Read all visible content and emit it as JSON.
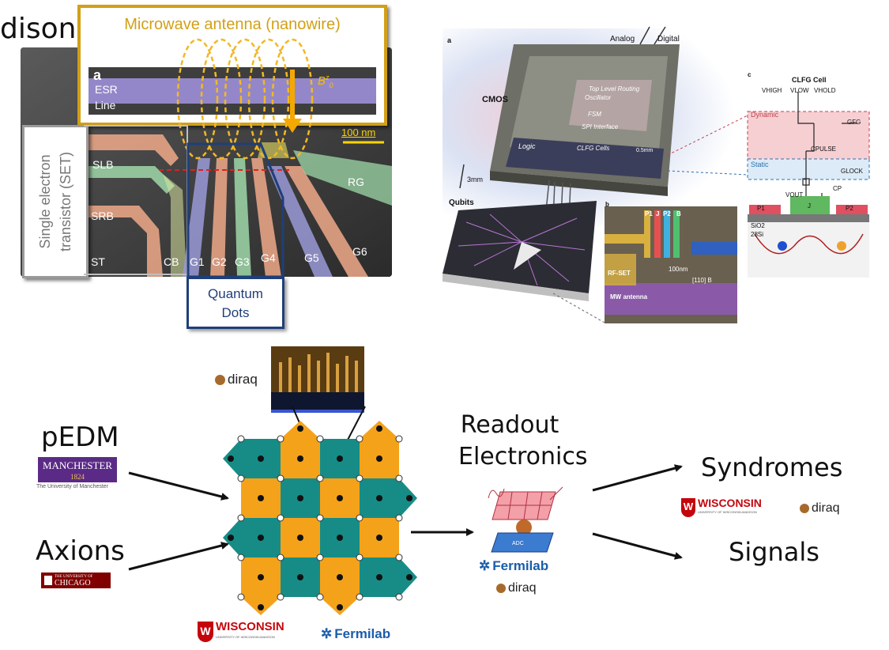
{
  "slide": {
    "top_left_text": "dison,"
  },
  "sem_panel": {
    "antenna_label": "Microwave antenna (nanowire)",
    "panel_letter": "a",
    "esr_line_1": "ESR",
    "esr_line_2": "Line",
    "bfield_label": "B",
    "bfield_sub": "0",
    "bfield_sup": "z",
    "scale_bar": "100 nm",
    "set_label_line1": "Single electron",
    "set_label_line2": "transistor (SET)",
    "quantum_dots_line1": "Quantum",
    "quantum_dots_line2": "Dots",
    "gate_labels": [
      "SLB",
      "SRB",
      "ST",
      "CB",
      "G1",
      "G2",
      "G3",
      "G4",
      "G5",
      "G6",
      "RG"
    ]
  },
  "chip_figure": {
    "panel_a": "a",
    "panel_b": "b",
    "panel_c": "c",
    "analog": "Analog",
    "digital": "Digital",
    "cmos": "CMOS",
    "top_level_routing": "Top Level Routing",
    "oscillator": "Oscillator",
    "fsm": "FSM",
    "spi_interface": "SPI Interface",
    "logic": "Logic",
    "clfg_cells": "CLFG Cells",
    "half_mm": "0.5mm",
    "three_mm": "3mm",
    "qubits": "Qubits",
    "clfg_cell_title": "CLFG Cell",
    "v_high": "VHIGH",
    "v_low": "VLOW",
    "v_hold": "VHOLD",
    "dynamic": "Dynamic",
    "static": "Static",
    "g_fg": "GFG",
    "c_pulse": "CPULSE",
    "g_lock": "GLOCK",
    "v_out": "VOUT",
    "c_p": "CP",
    "p1": "P1",
    "j": "J",
    "p2": "P2",
    "sio2": "SiO2",
    "si28": "28Si",
    "b_p1": "P1",
    "b_j": "J",
    "b_p2": "P2",
    "b_b": "B",
    "rf_set": "RF-SET",
    "hundred_nm": "100nm",
    "direction": "[110] B",
    "mw_antenna": "MW antenna"
  },
  "flow": {
    "pedm": "pEDM",
    "axions": "Axions",
    "readout_line1": "Readout",
    "readout_line2": "Electronics",
    "syndromes": "Syndromes",
    "signals": "Signals",
    "adc": "ADC"
  },
  "logos": {
    "diraq": "diraq",
    "manchester_main": "MANCHESTER",
    "manchester_year": "1824",
    "manchester_sub": "The University of Manchester",
    "chicago_top": "THE UNIVERSITY OF",
    "chicago_main": "CHICAGO",
    "wisconsin": "WISCONSIN",
    "wisconsin_sub": "UNIVERSITY OF WISCONSIN-MADISON",
    "fermilab": "Fermilab"
  },
  "colors": {
    "antenna_gold": "#d2a016",
    "dots_border": "#1f3f7a",
    "dots_text": "#1f3f7a",
    "lattice_orange": "#f5a21b",
    "lattice_teal": "#178c86",
    "manchester_purple": "#5b2a86",
    "chicago_maroon": "#800000",
    "wisconsin_red": "#c5050c",
    "fermilab_blue": "#1a5dab",
    "diraq_brown": "#a86a2a"
  }
}
